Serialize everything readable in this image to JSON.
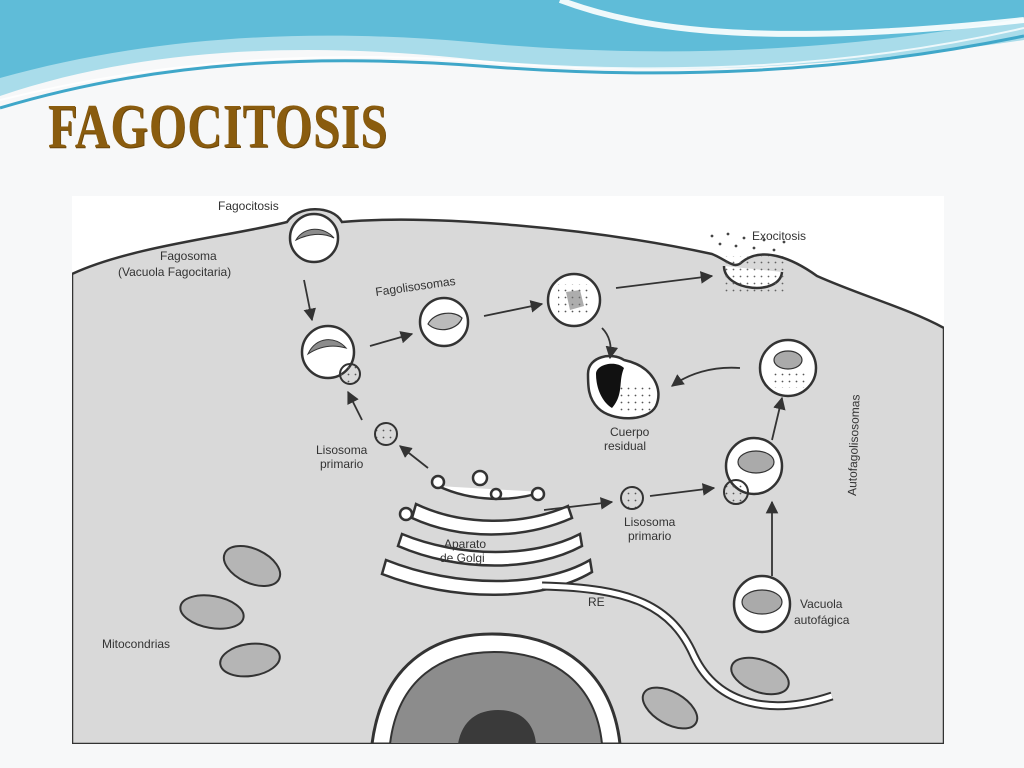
{
  "slide": {
    "title": "FAGOCITOSIS"
  },
  "colors": {
    "title": "#8a5c0e",
    "wave_dark": "#3fa7c9",
    "wave_light": "#a9dcea",
    "cytoplasm": "#d9d9d9",
    "nucleus": "#8c8c8c"
  },
  "labels": {
    "fagocitosis": "Fagocitosis",
    "fagosoma_1": "Fagosoma",
    "fagosoma_2": "(Vacuola Fagocitaria)",
    "fagolisosomas": "Fagolisosomas",
    "exocitosis": "Exocitosis",
    "cuerpo_residual_1": "Cuerpo",
    "cuerpo_residual_2": "residual",
    "lisosoma_primario_left_1": "Lisosoma",
    "lisosoma_primario_left_2": "primario",
    "lisosoma_primario_right_1": "Lisosoma",
    "lisosoma_primario_right_2": "primario",
    "aparato_golgi_1": "Aparato",
    "aparato_golgi_2": "de Golgi",
    "autofagolisosomas": "Autofagolisosomas",
    "vacuola_autofagica_1": "Vacuola",
    "vacuola_autofagica_2": "autofágica",
    "re": "RE",
    "mitocondrias": "Mitocondrias"
  }
}
